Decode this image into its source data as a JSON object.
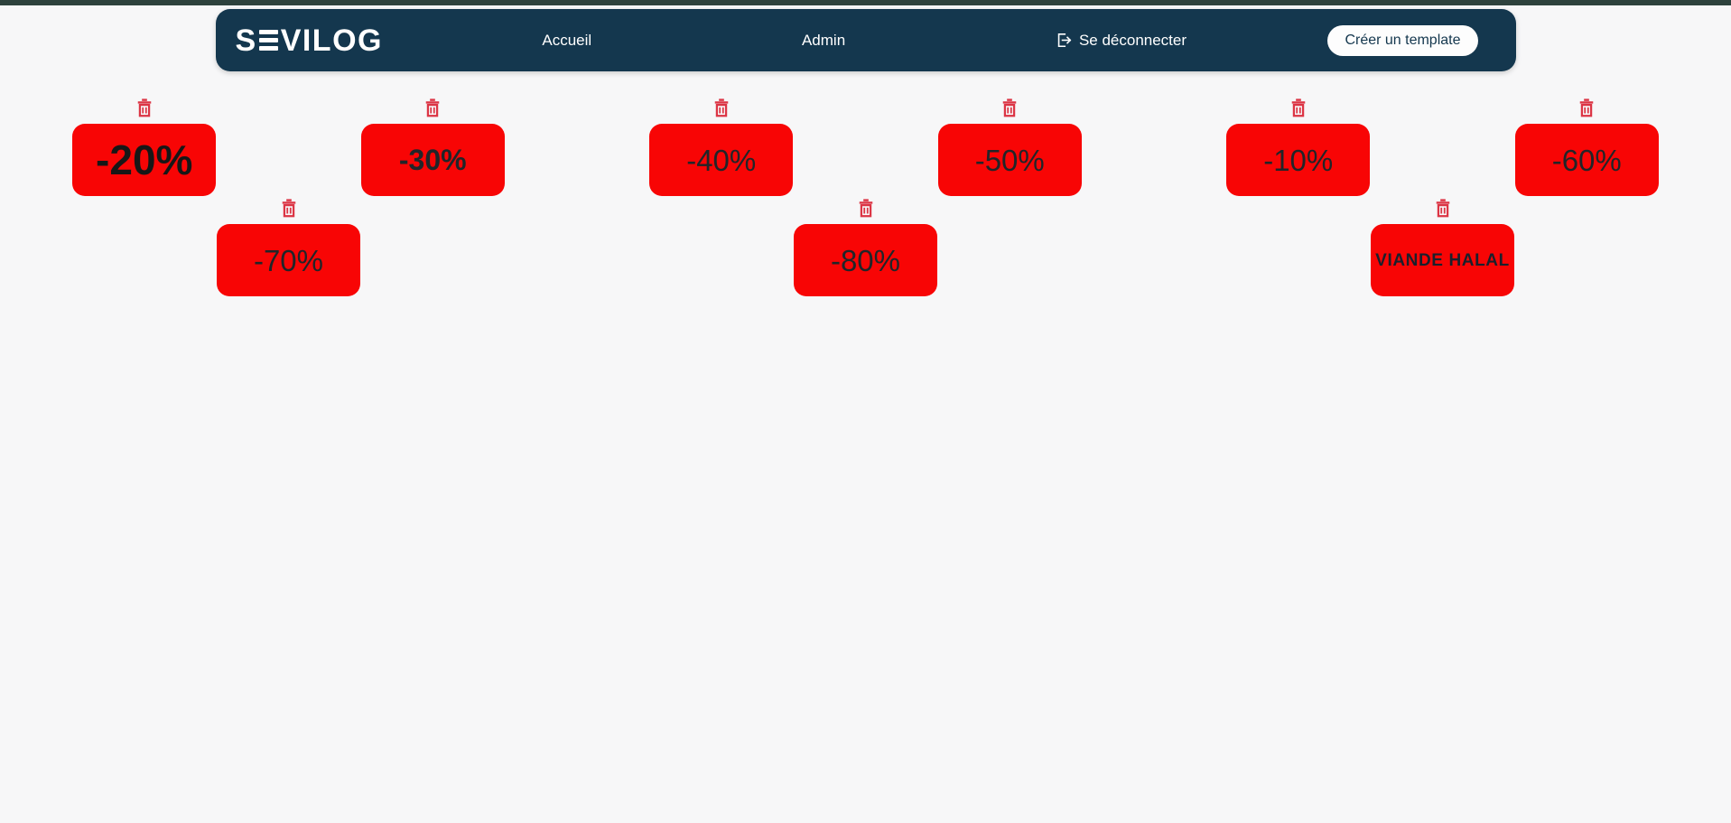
{
  "header": {
    "logo_s": "S",
    "logo_rest": "VILOG",
    "nav": [
      {
        "label": "Accueil"
      },
      {
        "label": "Admin"
      }
    ],
    "logout_label": "Se déconnecter",
    "create_button": "Créer un template"
  },
  "cards": [
    {
      "label": "-20%",
      "variant": "xl",
      "row": 1
    },
    {
      "label": "-30%",
      "variant": "bold",
      "row": 1
    },
    {
      "label": "-40%",
      "variant": "regular",
      "row": 1
    },
    {
      "label": "-50%",
      "variant": "regular",
      "row": 1
    },
    {
      "label": "-10%",
      "variant": "regular",
      "row": 1
    },
    {
      "label": "-60%",
      "variant": "regular",
      "row": 1
    },
    {
      "label": "-70%",
      "variant": "regular",
      "row": 2
    },
    {
      "label": "-80%",
      "variant": "regular",
      "row": 2
    },
    {
      "label": "VIANDE HALAL",
      "variant": "caps",
      "row": 2
    }
  ],
  "colors": {
    "navy": "#14374e",
    "red": "#f80505",
    "trash": "#dc3545",
    "bg": "#f7f7f8",
    "cardtext": "#212529",
    "topstrip": "#2e423d"
  }
}
